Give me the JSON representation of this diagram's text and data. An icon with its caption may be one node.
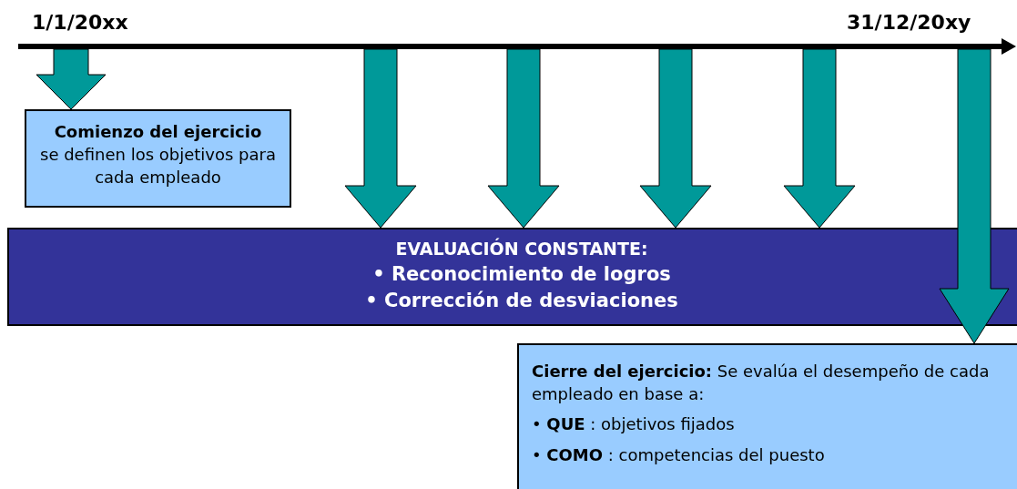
{
  "diagram": {
    "nodes": [
      {
        "text": [
          "Comienzo del ejercicio",
          "se definen los objetivos para cada empleado"
        ]
      },
      {
        "text": [
          "EVALUACIÓN CONSTANTE:",
          "• Reconocimiento de logros",
          "• Corrección de desviaciones"
        ]
      },
      {
        "text": [
          "**Cierre del ejercicio:** Se evalúa el desempeño de cada empleado en base a:",
          "• **QUE** : objetivos fijados",
          "• **COMO** : competencias del puesto"
        ]
      }
    ],
    "edges": [
      {
        "from": null,
        "to": 0,
        "arrow": "to"
      },
      {
        "from": null,
        "to": 1,
        "arrow": "to"
      },
      {
        "from": null,
        "to": 1,
        "arrow": "to"
      },
      {
        "from": null,
        "to": 1,
        "arrow": "to"
      },
      {
        "from": null,
        "to": 1,
        "arrow": "to"
      },
      {
        "from": null,
        "to": 2,
        "arrow": "to"
      }
    ],
    "labels": [
      "1/1/20xx",
      "31/12/20xy"
    ]
  }
}
